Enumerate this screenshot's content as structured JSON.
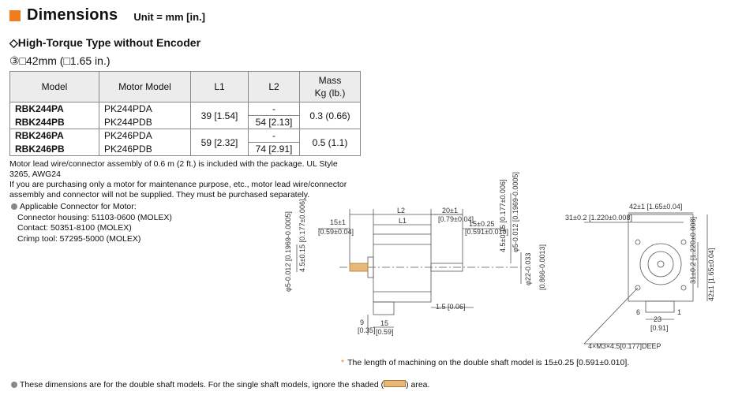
{
  "header": {
    "title": "Dimensions",
    "unit": "Unit = mm [in.]"
  },
  "section": {
    "subtitle": "◇High-Torque Type without Encoder",
    "size": "③□42mm (□1.65 in.)"
  },
  "table": {
    "headers": [
      "Model",
      "Motor Model",
      "L1",
      "L2",
      "Mass",
      "Kg (lb.)"
    ],
    "rows": [
      {
        "model": "RBK244PA",
        "motor": "PK244PDA",
        "l2": "-"
      },
      {
        "model": "RBK244PB",
        "motor": "PK244PDB",
        "l2": "54 [2.13]"
      },
      {
        "model": "RBK246PA",
        "motor": "PK246PDA",
        "l2": "-"
      },
      {
        "model": "RBK246PB",
        "motor": "PK246PDB",
        "l2": "74 [2.91]"
      }
    ],
    "groups": [
      {
        "l1": "39 [1.54]",
        "mass": "0.3 (0.66)"
      },
      {
        "l1": "59 [2.32]",
        "mass": "0.5 (1.1)"
      }
    ]
  },
  "notes": {
    "line1": "Motor lead wire/connector assembly of 0.6 m (2 ft.) is included with the package. UL Style 3265, AWG24",
    "line2": "If you are purchasing only a motor for maintenance purpose, etc., motor lead wire/connector",
    "line3": "assembly and connector will not be supplied. They must be purchased separately."
  },
  "connector": {
    "title": "Applicable Connector for Motor:",
    "housing": "Connector housing: 51103-0600 (MOLEX)",
    "contact": "Contact: 50351-8100 (MOLEX)",
    "crimp": "Crimp tool: 57295-5000 (MOLEX)"
  },
  "drawing": {
    "dim_L2": "L2",
    "dim_L1": "L1",
    "dim_15": "15±1",
    "dim_15_in": "[0.59±0.04]",
    "dim_20": "20±1",
    "dim_20_in": "[0.79±0.04]",
    "dim_15b": "15±0.25",
    "dim_15b_in": "[0.591±0.010]",
    "dim_shaft": "4.5±0.15 [0.177±0.006]",
    "dim_phi5": "φ5-0.012 [0.1969-0.0005]",
    "dim_phi5b": "φ5-0.012 [0.1969-0.0005]",
    "dim_phi22": "φ22-0.033",
    "dim_phi22_in": "[0.866-0.0013]",
    "dim_15c": "1.5 [0.06]",
    "dim_9": "9",
    "dim_9_in": "[0.35]",
    "dim_15d": "15",
    "dim_15d_in": "[0.59]",
    "dim_31": "31±0.2 [1.220±0.008]",
    "dim_42": "42±1 [1.65±0.04]",
    "dim_31v": "31±0.2 [1.220±0.008]",
    "dim_42v": "42±1 [1.65±0.04]",
    "dim_23": "23",
    "dim_23_in": "[0.91]",
    "pin1": "1",
    "pin6": "6",
    "holes": "4×M3×4.5[0.177]DEEP"
  },
  "footnote": {
    "text": "The length of machining on the double shaft model is 15±0.25 [0.591±0.010]."
  },
  "bottom_note": {
    "before": "These dimensions are for the double shaft models. For the single shaft models, ignore the shaded (",
    "after": ") area."
  },
  "colors": {
    "accent": "#f07c1e",
    "shade": "#e8b877",
    "line": "#555555",
    "header_bg": "#ececec"
  }
}
